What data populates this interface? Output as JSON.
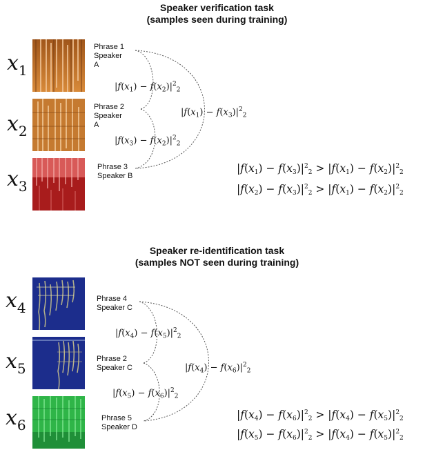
{
  "verification": {
    "title_line1": "Speaker verification task",
    "title_line2": "(samples seen during training)",
    "samples": [
      {
        "var_letter": "x",
        "var_sub": "1",
        "phrase": "Phrase 1",
        "speaker_line1": "Speaker",
        "speaker_line2": "A"
      },
      {
        "var_letter": "x",
        "var_sub": "2",
        "phrase": "Phrase 2",
        "speaker_line1": "Speaker",
        "speaker_line2": "A"
      },
      {
        "var_letter": "x",
        "var_sub": "3",
        "phrase": "Phrase 3",
        "speaker_line1": "Speaker B",
        "speaker_line2": ""
      }
    ],
    "distances": [
      {
        "a": "1",
        "b": "2"
      },
      {
        "a": "3",
        "b": "2"
      },
      {
        "a": "1",
        "b": "3"
      }
    ],
    "inequalities": [
      {
        "l1": "1",
        "l2": "3",
        "r1": "1",
        "r2": "2"
      },
      {
        "l1": "2",
        "l2": "3",
        "r1": "1",
        "r2": "2"
      }
    ]
  },
  "reidentification": {
    "title_line1": "Speaker re-identification task",
    "title_line2": "(samples NOT seen during training)",
    "samples": [
      {
        "var_letter": "x",
        "var_sub": "4",
        "phrase": "Phrase 4",
        "speaker": "Speaker C"
      },
      {
        "var_letter": "x",
        "var_sub": "5",
        "phrase": "Phrase 2",
        "speaker": "Speaker C"
      },
      {
        "var_letter": "x",
        "var_sub": "6",
        "phrase": "Phrase 5",
        "speaker": "Speaker D"
      }
    ],
    "distances": [
      {
        "a": "4",
        "b": "5"
      },
      {
        "a": "5",
        "b": "6"
      },
      {
        "a": "4",
        "b": "6"
      }
    ],
    "inequalities": [
      {
        "l1": "4",
        "l2": "6",
        "r1": "4",
        "r2": "5"
      },
      {
        "l1": "5",
        "l2": "6",
        "r1": "4",
        "r2": "5"
      }
    ]
  },
  "spectrogram_colors": {
    "orange": "#c8782e",
    "red": "#a81c1c",
    "blue": "#1c2d8c",
    "green": "#2fb548"
  }
}
